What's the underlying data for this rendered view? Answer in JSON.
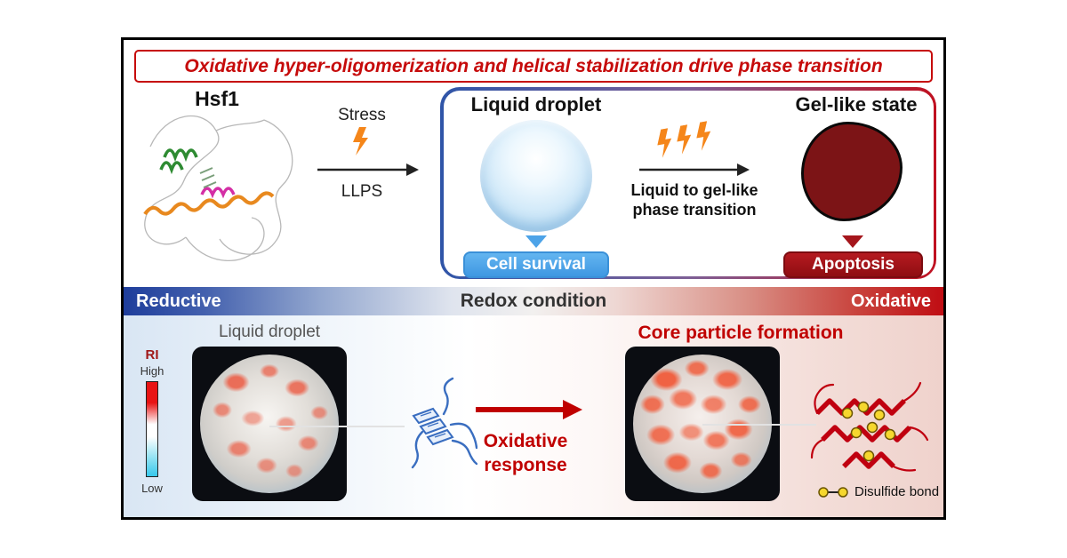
{
  "title": "Oxidative hyper-oligomerization and helical stabilization drive phase transition",
  "top": {
    "hsf1": "Hsf1",
    "stress": "Stress",
    "llps": "LLPS",
    "liquid_droplet": "Liquid droplet",
    "gel_like_state": "Gel-like state",
    "transition_line1": "Liquid to gel-like",
    "transition_line2": "phase transition",
    "cell_survival": "Cell survival",
    "apoptosis": "Apoptosis"
  },
  "redox": {
    "left": "Reductive",
    "center": "Redox condition",
    "right": "Oxidative"
  },
  "bottom": {
    "ri": "RI",
    "high": "High",
    "low": "Low",
    "liquid_droplet": "Liquid droplet",
    "oxidative_line1": "Oxidative",
    "oxidative_line2": "response",
    "core_particle": "Core particle formation",
    "disulfide": "Disulfide bond"
  },
  "icons": {
    "lightning": "orange-lightning-bolt",
    "arrow_right": "black-right-arrow",
    "red_arrow_right": "red-right-arrow",
    "blue_down": "blue-down-triangle",
    "red_down": "dark-red-down-triangle",
    "disulfide_icon": "yellow-dot-link"
  },
  "colors": {
    "accent_red": "#c60b0b",
    "dark_red_blob": "#7c1416",
    "badge_blue": "#4da3e8",
    "badge_red": "#a5161c",
    "orange_bolt": "#f5861a",
    "blue_protein": "#3a6ec0",
    "redox_blue": "#1e3d9b",
    "redox_red": "#c00d13"
  }
}
